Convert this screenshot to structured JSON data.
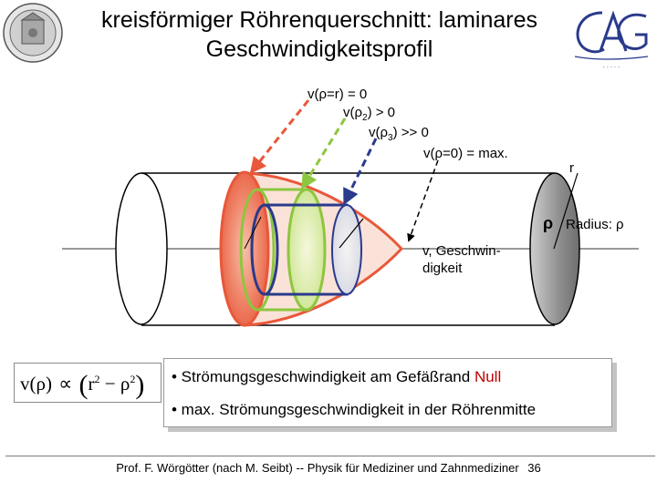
{
  "slide": {
    "title_line1": "kreisförmiger Röhrenquerschnitt: laminares",
    "title_line2": "Geschwindigkeitsprofil"
  },
  "labels": {
    "v_rho_r": "v(ρ=r) = 0",
    "v_rho2": "v(ρ",
    "v_rho2_sub": "2",
    "v_rho2_tail": ") > 0",
    "v_rho3": "v(ρ",
    "v_rho3_sub": "3",
    "v_rho3_tail": ") >> 0",
    "v_rho0": "v(ρ=0) = max.",
    "r": "r",
    "rho": "ρ",
    "radius": "Radius: ρ",
    "v_line1": "v, Geschwin-",
    "v_line2": "digkeit"
  },
  "formula": {
    "lhs": "v(ρ)",
    "prop": "∝",
    "r": "r",
    "exp": "2",
    "minus": "−",
    "rho": "ρ",
    "exp2": "2"
  },
  "bullets": {
    "b1_text": "• Strömungsgeschwindigkeit am Gefäßrand ",
    "b1_highlight": "Null",
    "b2_text": "• max. Strömungsgeschwindigkeit in der Röhrenmitte"
  },
  "footer": {
    "text": "Prof. F. Wörgötter (nach M. Seibt) -- Physik für Mediziner und Zahnmediziner",
    "page": "36"
  },
  "logo": {
    "caption": "· · · · ·"
  },
  "colors": {
    "red": "#e8583a",
    "green": "#8dc63f",
    "blue": "#2a3a8c",
    "highlight": "#c00000"
  }
}
